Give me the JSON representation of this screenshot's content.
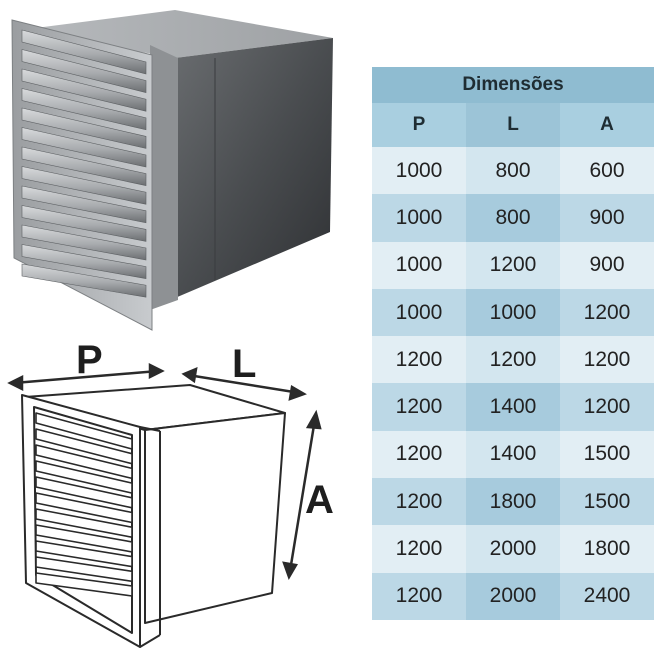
{
  "drawing": {
    "label_p": "P",
    "label_l": "L",
    "label_a": "A"
  },
  "table": {
    "title": "Dimensões",
    "headers": [
      "P",
      "L",
      "A"
    ],
    "rows": [
      [
        "1000",
        "800",
        "600"
      ],
      [
        "1000",
        "800",
        "900"
      ],
      [
        "1000",
        "1200",
        "900"
      ],
      [
        "1000",
        "1000",
        "1200"
      ],
      [
        "1200",
        "1200",
        "1200"
      ],
      [
        "1200",
        "1400",
        "1200"
      ],
      [
        "1200",
        "1400",
        "1500"
      ],
      [
        "1200",
        "1800",
        "1500"
      ],
      [
        "1200",
        "2000",
        "1800"
      ],
      [
        "1200",
        "2000",
        "2400"
      ]
    ]
  },
  "colors": {
    "header": "#8fbcd1",
    "row_light": "#e2eef4",
    "row_dark": "#bcd8e6"
  }
}
